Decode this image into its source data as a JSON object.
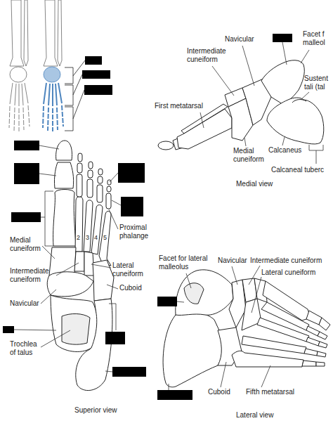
{
  "diagram": {
    "labels": [
      "Navicular",
      "Intermediate cuneiform",
      "Facet f malleol",
      "Sustent tali (tal",
      "First metatarsal",
      "Medial cuneiform",
      "Calcaneus",
      "Calcaneal tuberc",
      "Medial view",
      "Medial cuneiform",
      "Intermediate cuneiform",
      "Navicular",
      "Trochlea of talus",
      "Proximal phalange",
      "Lateral cuneiform",
      "Cuboid",
      "2",
      "3",
      "4",
      "5",
      "Superior view",
      "Facet for lateral malleolus",
      "Navicular",
      "Intermediate cuneiform",
      "Lateral cuneiform",
      "Cuboid",
      "Fifth metatarsal",
      "Lateral view"
    ]
  }
}
